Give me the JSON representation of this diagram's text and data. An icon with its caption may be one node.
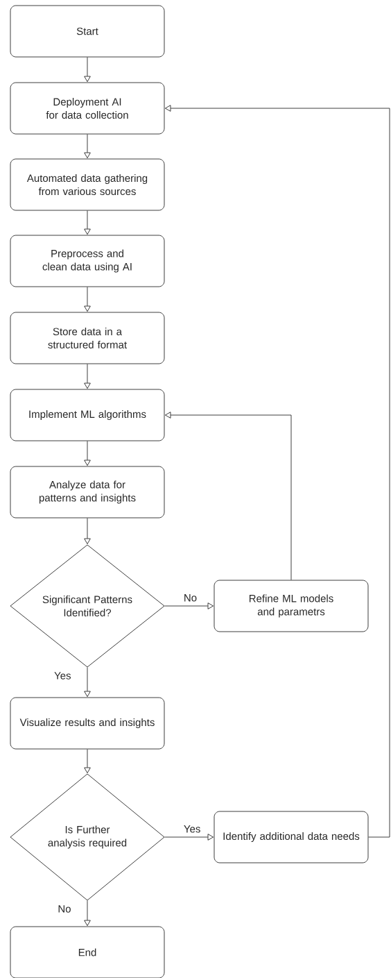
{
  "diagram": {
    "nodes": [
      {
        "text": [
          "Start"
        ]
      },
      {
        "text": [
          "Deployment AI  for data collection"
        ]
      },
      {
        "text": [
          "Automated data gathering from various sources"
        ]
      },
      {
        "text": [
          "Preprocess and clean data using AI"
        ]
      },
      {
        "text": [
          "Store data in a structured format"
        ]
      },
      {
        "text": [
          "Implement ML algorithms"
        ]
      },
      {
        "text": [
          "Analyze data for patterns and insights"
        ]
      },
      {
        "text": [
          "Significant Patterns Identified?"
        ]
      },
      {
        "text": [
          "Refine ML models and parametrs"
        ]
      },
      {
        "text": [
          "Visualize results and insights"
        ]
      },
      {
        "text": [
          "Is Further analysis required"
        ]
      },
      {
        "text": [
          "Identify additional data needs"
        ]
      },
      {
        "text": [
          "End"
        ]
      }
    ],
    "edges": [
      {
        "from": 0,
        "to": 1,
        "arrow": "to"
      },
      {
        "from": 1,
        "to": 2,
        "arrow": "to"
      },
      {
        "from": 2,
        "to": 3,
        "arrow": "to"
      },
      {
        "from": 3,
        "to": 4,
        "arrow": "to"
      },
      {
        "from": 4,
        "to": 5,
        "arrow": "to"
      },
      {
        "from": 5,
        "to": 6,
        "arrow": "to"
      },
      {
        "from": 6,
        "to": 7,
        "arrow": "to"
      },
      {
        "from": 7,
        "to": 8,
        "arrow": "to",
        "label": "No"
      },
      {
        "from": 8,
        "to": 5,
        "arrow": "to"
      },
      {
        "from": 7,
        "to": 9,
        "arrow": "to",
        "label": "Yes"
      },
      {
        "from": 9,
        "to": 10,
        "arrow": "to"
      },
      {
        "from": 10,
        "to": 11,
        "arrow": "to",
        "label": "Yes"
      },
      {
        "from": 10,
        "to": 12,
        "arrow": "to",
        "label": "No"
      },
      {
        "from": 11,
        "to": 1,
        "arrow": "to"
      }
    ]
  }
}
